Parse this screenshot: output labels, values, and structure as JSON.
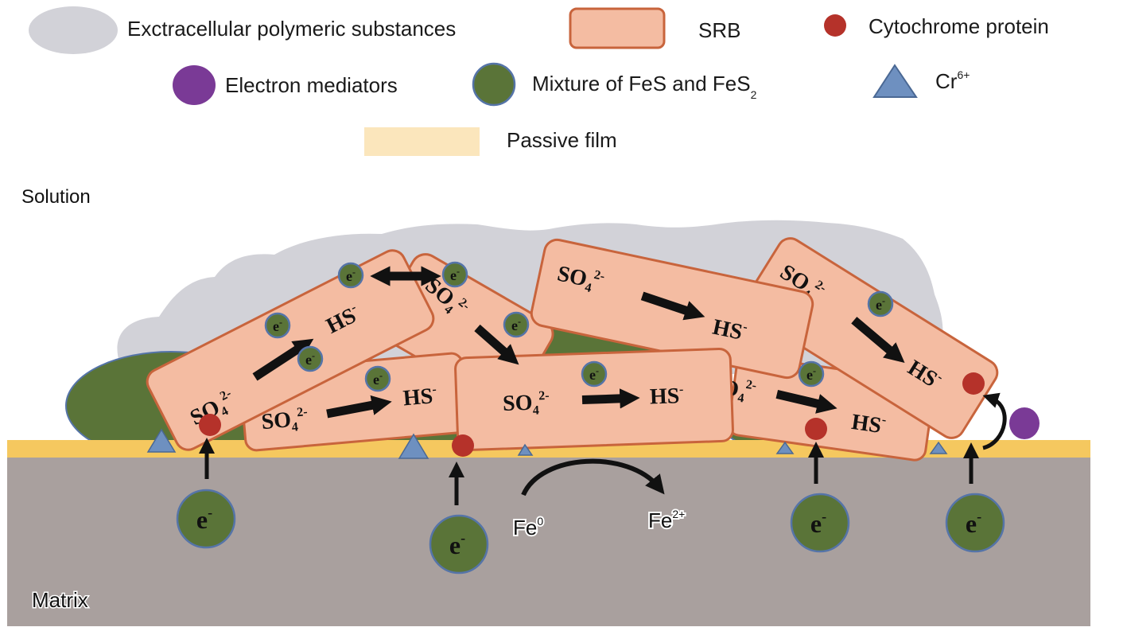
{
  "legend": {
    "eps": "Exctracellular polymeric substances",
    "srb": "SRB",
    "cytochrome": "Cytochrome protein",
    "mediators": "Electron mediators",
    "fes_mixture": "Mixture of FeS and FeS",
    "fes_mixture_sub": "2",
    "chromium": "Cr",
    "chromium_sup": "6+",
    "passive_film": "Passive film"
  },
  "regions": {
    "solution": "Solution",
    "matrix": "Matrix"
  },
  "cell": {
    "sulfate": "SO",
    "sulfate_sub": "4",
    "sulfate_sup": "2-",
    "sulfide": "HS",
    "sulfide_sup": "-"
  },
  "electron": {
    "symbol": "e",
    "charge": "-"
  },
  "iron": {
    "fe0": "Fe",
    "fe0_sup": "0",
    "fe2": "Fe",
    "fe2_sup": "2+"
  },
  "colors": {
    "eps_gray": "#d2d2d8",
    "srb_fill": "#f4bca2",
    "srb_border": "#c8643c",
    "cytochrome_red": "#b5322a",
    "mediator_purple": "#7a3a96",
    "fes_green": "#5a7438",
    "chromium_blue": "#6e90c0",
    "passive_film_legend": "#fbe6bc",
    "passive_film_layer": "#f5c85f",
    "matrix_gray": "#a9a09e"
  }
}
